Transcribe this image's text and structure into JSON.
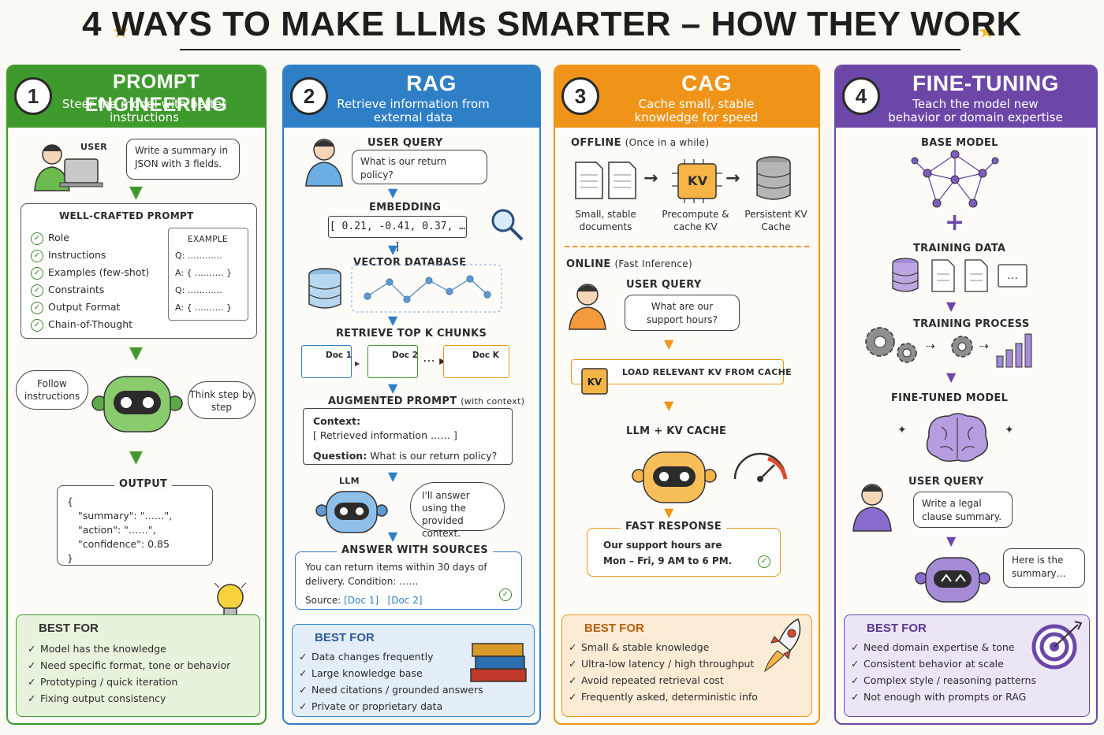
{
  "title": "4 WAYS TO MAKE LLMs SMARTER – HOW THEY WORK",
  "colors": {
    "green": "#3f9a2d",
    "blue": "#2f7fc6",
    "orange": "#ef9418",
    "purple": "#6c47a8"
  },
  "prompt": {
    "num": "1",
    "title": "PROMPT ENGINEERING",
    "subtitle": "Steer the model with better instructions",
    "user_label": "USER",
    "user_bubble": "Write a summary in JSON with 3 fields.",
    "prompt_label": "WELL-CRAFTED PROMPT",
    "checklist": [
      "Role",
      "Instructions",
      "Examples (few-shot)",
      "Constraints",
      "Output Format",
      "Chain-of-Thought"
    ],
    "example_label": "EXAMPLE",
    "example_lines": [
      "Q: …………",
      "A: { ………. }",
      "Q: …………",
      "A: { ………. }"
    ],
    "thought_left": "Follow instructions",
    "thought_right": "Think step by step",
    "output_label": "OUTPUT",
    "output_lines": [
      "{",
      "\"summary\": \"……\",",
      "\"action\": \"……\",",
      "\"confidence\": 0.85",
      "}"
    ],
    "best_for_label": "BEST FOR",
    "best_for": [
      "Model has the knowledge",
      "Need specific format, tone or behavior",
      "Prototyping / quick iteration",
      "Fixing output consistency"
    ]
  },
  "rag": {
    "num": "2",
    "title": "RAG",
    "subtitle": "Retrieve information from external data",
    "user_query_label": "USER QUERY",
    "user_bubble": "What is our return policy?",
    "embedding_label": "EMBEDDING",
    "embedding_value": "[ 0.21, -0.41, 0.37, … ]",
    "vector_db_label": "VECTOR DATABASE",
    "retrieve_label": "RETRIEVE TOP K CHUNKS",
    "docs": [
      "Doc 1",
      "Doc 2",
      "Doc K"
    ],
    "augmented_label": "AUGMENTED PROMPT",
    "augmented_note": "(with context)",
    "context_label": "Context:",
    "context_value": "[ Retrieved information …… ]",
    "question_label": "Question:",
    "question_value": "What is our return policy?",
    "llm_label": "LLM",
    "llm_thought": "I'll answer using the provided context.",
    "answer_label": "ANSWER WITH SOURCES",
    "answer_text_1": "You can return items within 30 days of",
    "answer_text_2": "delivery. Condition: ……",
    "source_label": "Source:",
    "sources": [
      "[Doc 1]",
      "[Doc 2]"
    ],
    "best_for_label": "BEST FOR",
    "best_for": [
      "Data changes frequently",
      "Large knowledge base",
      "Need citations / grounded answers",
      "Private or proprietary data"
    ]
  },
  "cag": {
    "num": "3",
    "title": "CAG",
    "subtitle": "Cache small, stable knowledge for speed",
    "offline_label": "OFFLINE",
    "offline_note": "(Once in a while)",
    "offline_steps": [
      "Small, stable documents",
      "Precompute & cache KV",
      "Persistent KV Cache"
    ],
    "kv_chip": "KV",
    "online_label": "ONLINE",
    "online_note": "(Fast Inference)",
    "user_query_label": "USER QUERY",
    "user_bubble": "What are our support hours?",
    "load_label": "LOAD RELEVANT KV FROM CACHE",
    "llm_kv_label": "LLM + KV CACHE",
    "fast_label": "FAST RESPONSE",
    "fast_text_1": "Our support hours are",
    "fast_text_2": "Mon – Fri, 9 AM to 6 PM.",
    "best_for_label": "BEST FOR",
    "best_for": [
      "Small & stable knowledge",
      "Ultra-low latency / high throughput",
      "Avoid repeated retrieval cost",
      "Frequently asked, deterministic info"
    ]
  },
  "ft": {
    "num": "4",
    "title": "FINE-TUNING",
    "subtitle": "Teach the model new behavior or domain expertise",
    "base_label": "BASE MODEL",
    "plus": "+",
    "training_data_label": "TRAINING DATA",
    "training_process_label": "TRAINING PROCESS",
    "finetuned_label": "FINE-TUNED MODEL",
    "user_query_label": "USER QUERY",
    "user_bubble": "Write a legal clause summary.",
    "robot_reply": "Here is the summary…",
    "best_for_label": "BEST FOR",
    "best_for": [
      "Need domain expertise & tone",
      "Consistent behavior at scale",
      "Complex style / reasoning patterns",
      "Not enough with prompts or RAG"
    ]
  }
}
